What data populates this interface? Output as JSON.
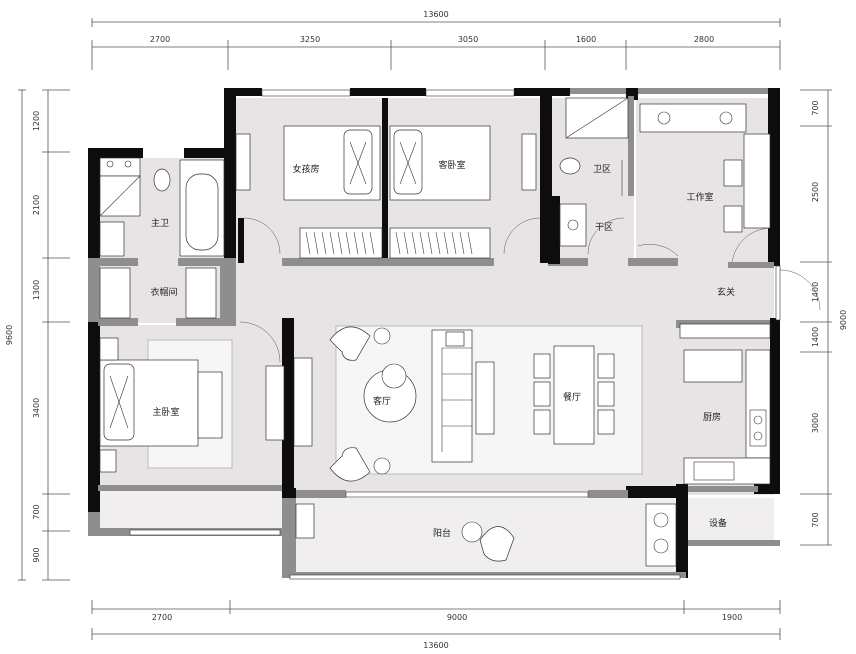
{
  "title": "",
  "dimensions": {
    "top_total": "13600",
    "top_segments": [
      "2700",
      "3250",
      "3050",
      "1600",
      "2800"
    ],
    "bottom_segments": [
      "2700",
      "9000",
      "1900"
    ],
    "bottom_total": "13600",
    "left_total": "9600",
    "left_segments": [
      "1200",
      "2100",
      "1300",
      "3400",
      "700",
      "900"
    ],
    "right_total": "9000",
    "right_segments": [
      "700",
      "2500",
      "1400",
      "1400",
      "3000",
      "700"
    ]
  },
  "rooms": {
    "girls_room": "女孩房",
    "guest_bedroom": "客卧室",
    "master_bath": "主卫",
    "wardrobe": "衣帽间",
    "master_bedroom": "主卧室",
    "bathroom": "卫区",
    "dry_area": "干区",
    "study": "工作室",
    "entrance": "玄关",
    "living_room": "客厅",
    "dining_room": "餐厅",
    "kitchen": "厨房",
    "balcony": "阳台",
    "equipment": "设备"
  },
  "colors": {
    "wall": "#0d0d0d",
    "partition": "#8e8e8e",
    "floor": "#e8e4e5",
    "dimension_line": "#555555"
  }
}
